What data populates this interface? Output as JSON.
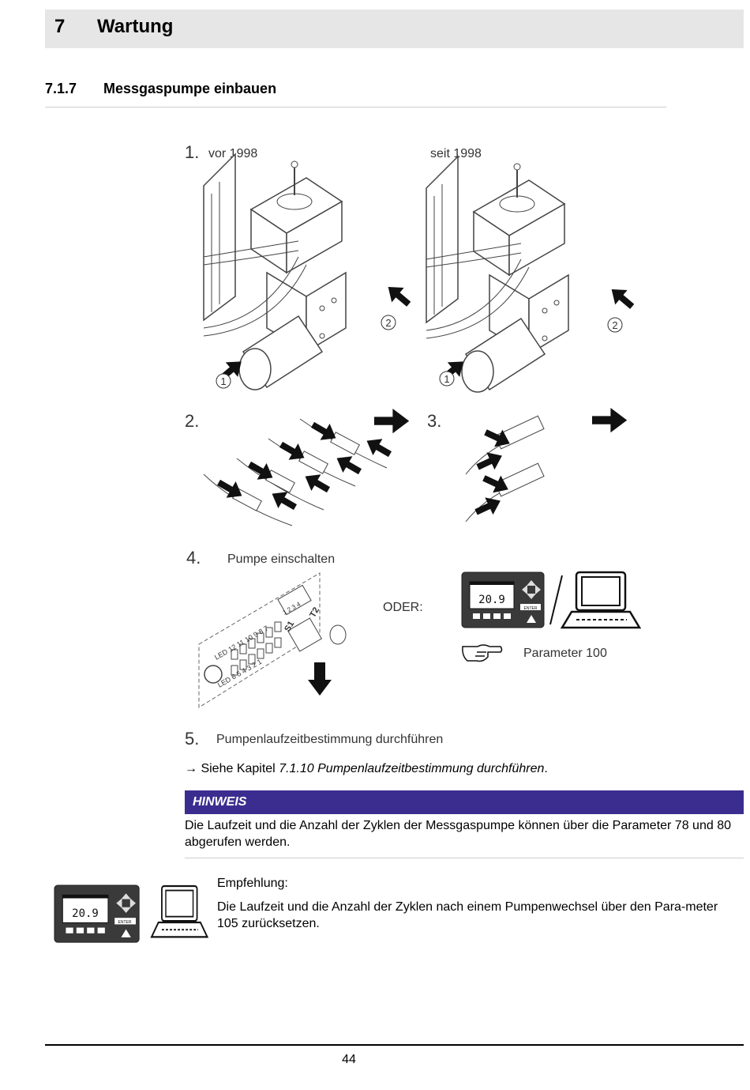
{
  "header": {
    "chapter_number": "7",
    "chapter_title": "Wartung"
  },
  "section": {
    "number": "7.1.7",
    "title": "Messgaspumpe einbauen"
  },
  "figure": {
    "step1_num": "1.",
    "step1_label_old": "vor 1998",
    "step1_label_new": "seit 1998",
    "callout_1": "1",
    "callout_2": "2",
    "step2_num": "2.",
    "step3_num": "3.",
    "step4_num": "4.",
    "step4_label": "Pumpe einschalten",
    "or_label": "ODER:",
    "display_value": "20.9",
    "enter_key": "ENTER",
    "parameter_label": "Parameter 100",
    "led_top": "LED 12 11 10 9 8 7",
    "led_bottom": "LED 6 5 4 3 2 1",
    "switch_digits": "1 2 3 4",
    "s1_label": "S1",
    "t2_label": "T2",
    "step5_num": "5.",
    "step5_label": "Pumpenlaufzeitbestimmung durchführen"
  },
  "reference": {
    "arrow": "→",
    "prefix": " Siehe Kapitel ",
    "link": "7.1.10 Pumpenlaufzeitbestimmung durchführen",
    "suffix": "."
  },
  "note": {
    "label": "HINWEIS",
    "text": "Die Laufzeit und die Anzahl der Zyklen der Messgaspumpe können über die Parameter 78 und 80 abgerufen werden."
  },
  "recommendation": {
    "title": "Empfehlung:",
    "text": "Die Laufzeit und die Anzahl der Zyklen nach einem Pumpenwechsel über den Para-meter 105 zurücksetzen.",
    "display_value": "20.9",
    "enter_key": "ENTER"
  },
  "footer": {
    "page_number": "44"
  }
}
